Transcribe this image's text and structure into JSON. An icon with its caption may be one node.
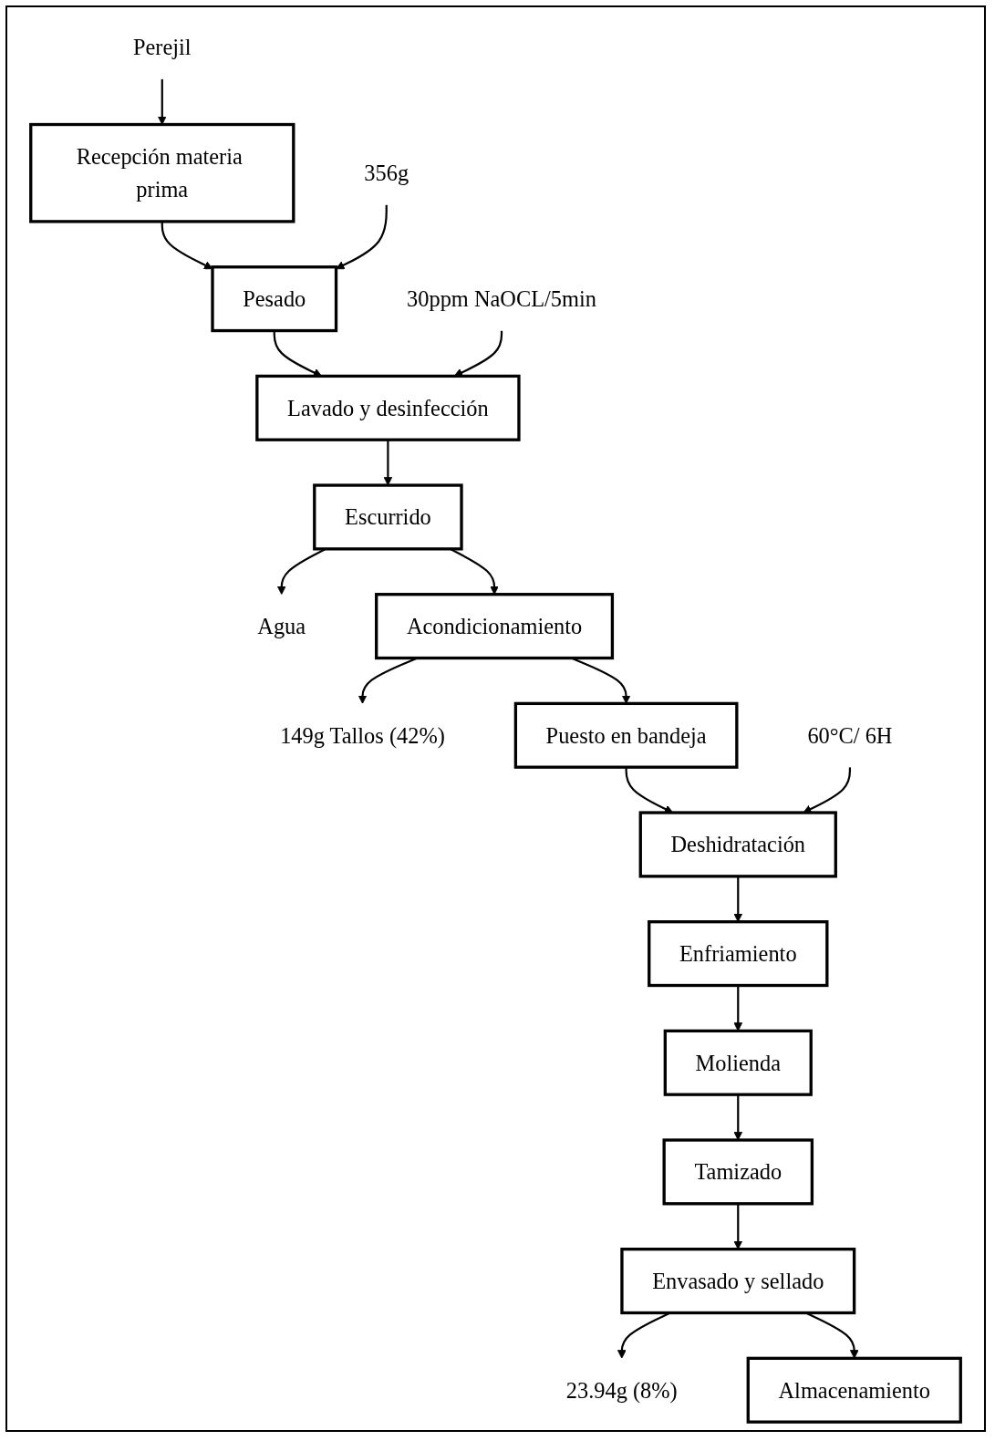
{
  "diagram": {
    "nodes": [
      {
        "text": [
          "Perejil"
        ]
      },
      {
        "text": [
          "Recepción materia prima"
        ]
      },
      {
        "text": [
          "356g"
        ]
      },
      {
        "text": [
          "Pesado"
        ]
      },
      {
        "text": [
          "30ppm NaOCL/5min"
        ]
      },
      {
        "text": [
          "Lavado y desinfección"
        ]
      },
      {
        "text": [
          "Escurrido"
        ]
      },
      {
        "text": [
          "Agua"
        ]
      },
      {
        "text": [
          "Acondicionamiento"
        ]
      },
      {
        "text": [
          "149g Tallos (42%)"
        ]
      },
      {
        "text": [
          "Puesto en bandeja"
        ]
      },
      {
        "text": [
          "60°C/ 6H"
        ]
      },
      {
        "text": [
          "Deshidratación"
        ]
      },
      {
        "text": [
          "Enfriamiento"
        ]
      },
      {
        "text": [
          "Molienda"
        ]
      },
      {
        "text": [
          "Tamizado"
        ]
      },
      {
        "text": [
          "Envasado y sellado"
        ]
      },
      {
        "text": [
          "23.94g (8%)"
        ]
      },
      {
        "text": [
          "Almacenamiento"
        ]
      }
    ],
    "edges": [
      {
        "from": 0,
        "to": 1,
        "arrow": "to"
      },
      {
        "from": 1,
        "to": 3,
        "arrow": "to"
      },
      {
        "from": 2,
        "to": 3,
        "arrow": "to"
      },
      {
        "from": 3,
        "to": 5,
        "arrow": "to"
      },
      {
        "from": 4,
        "to": 5,
        "arrow": "to"
      },
      {
        "from": 5,
        "to": 6,
        "arrow": "to"
      },
      {
        "from": 6,
        "to": 7,
        "arrow": "to"
      },
      {
        "from": 6,
        "to": 8,
        "arrow": "to"
      },
      {
        "from": 8,
        "to": 9,
        "arrow": "to"
      },
      {
        "from": 8,
        "to": 10,
        "arrow": "to"
      },
      {
        "from": 10,
        "to": 12,
        "arrow": "to"
      },
      {
        "from": 11,
        "to": 12,
        "arrow": "to"
      },
      {
        "from": 12,
        "to": 13,
        "arrow": "to"
      },
      {
        "from": 13,
        "to": 14,
        "arrow": "to"
      },
      {
        "from": 14,
        "to": 15,
        "arrow": "to"
      },
      {
        "from": 15,
        "to": 16,
        "arrow": "to"
      },
      {
        "from": 16,
        "to": 17,
        "arrow": "to"
      },
      {
        "from": 16,
        "to": 18,
        "arrow": "to"
      }
    ]
  }
}
